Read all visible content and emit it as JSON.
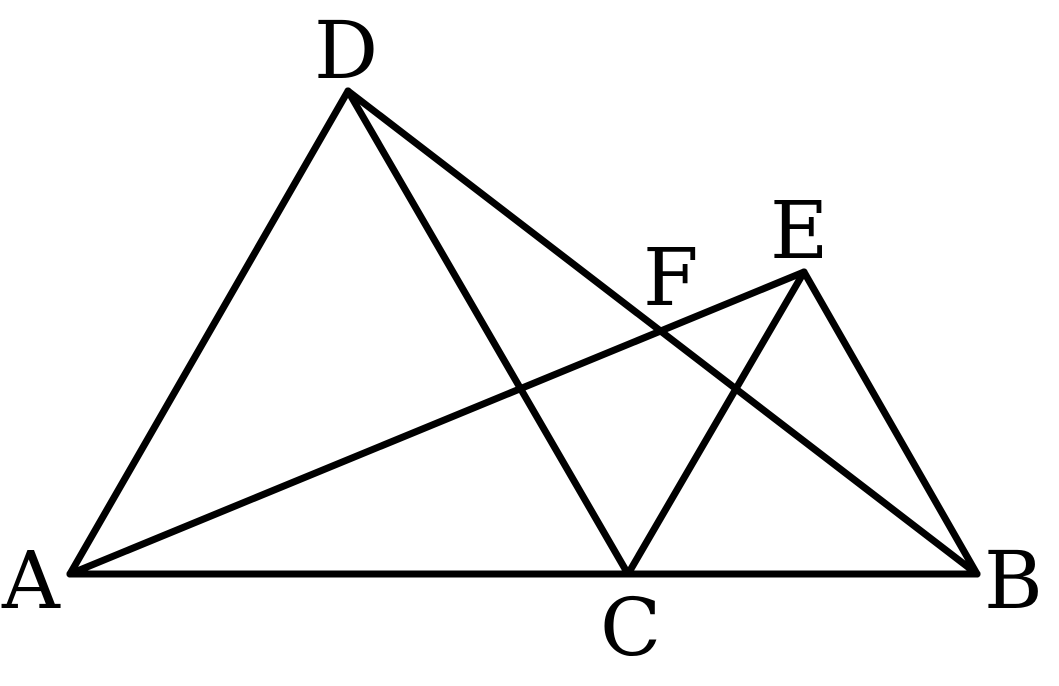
{
  "points": [
    {
      "id": "A",
      "label": "A"
    },
    {
      "id": "B",
      "label": "B"
    },
    {
      "id": "C",
      "label": "C"
    },
    {
      "id": "D",
      "label": "D"
    },
    {
      "id": "E",
      "label": "E"
    },
    {
      "id": "F",
      "label": "F"
    }
  ],
  "segments": [
    [
      "A",
      "B"
    ],
    [
      "A",
      "D"
    ],
    [
      "D",
      "C"
    ],
    [
      "D",
      "B"
    ],
    [
      "A",
      "E"
    ],
    [
      "E",
      "C"
    ],
    [
      "E",
      "B"
    ]
  ],
  "style": {
    "stroke_color": "#000000",
    "background": "#ffffff"
  }
}
